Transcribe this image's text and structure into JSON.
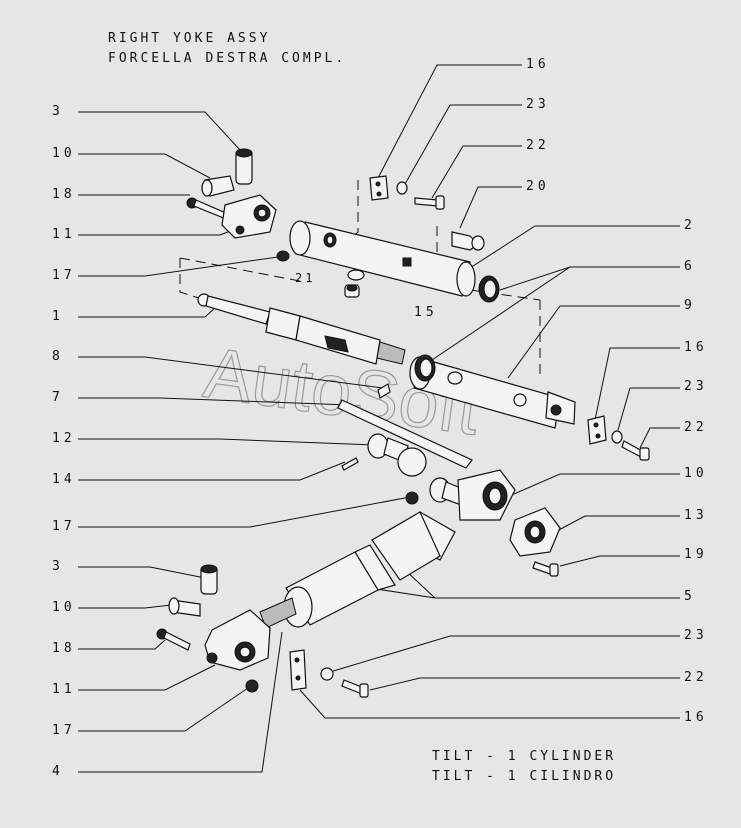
{
  "titles": {
    "top_en": "RIGHT YOKE ASSY",
    "top_it": "FORCELLA DESTRA COMPL.",
    "bottom_en": "TILT - 1 CYLINDER",
    "bottom_it": "TILT - 1 CILINDRO"
  },
  "watermark": "AutoSoft",
  "callouts_left": [
    "3",
    "10",
    "18",
    "11",
    "17",
    "1",
    "8",
    "7",
    "12",
    "14",
    "17",
    "3",
    "10",
    "18",
    "11",
    "17",
    "4"
  ],
  "callouts_right": [
    "16",
    "23",
    "22",
    "20",
    "2",
    "6",
    "9",
    "16",
    "23",
    "22",
    "10",
    "13",
    "19",
    "5",
    "23",
    "22",
    "16"
  ],
  "callouts_inline": [
    "21",
    "15"
  ]
}
